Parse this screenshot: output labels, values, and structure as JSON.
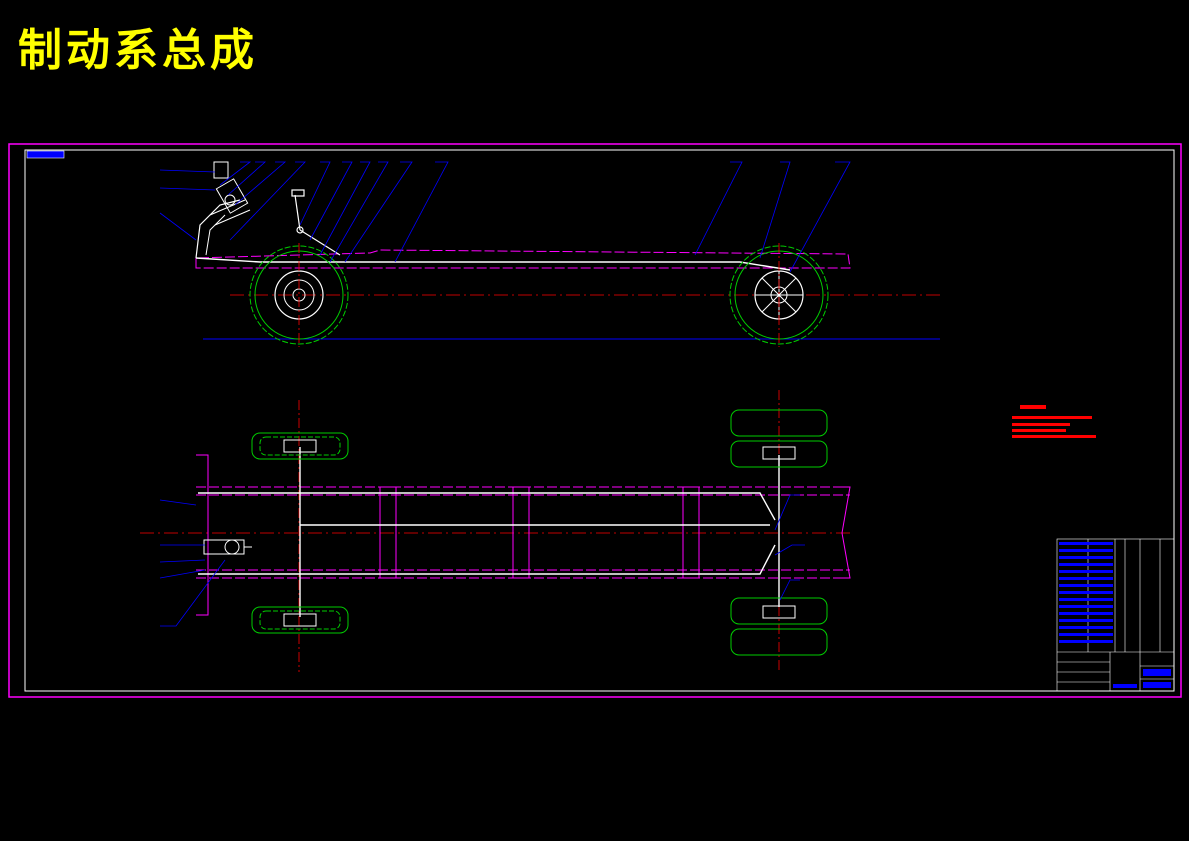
{
  "title": "制动系总成",
  "colors": {
    "background": "#000000",
    "title": "#ffff00",
    "frame": "#ff00ff",
    "inner_border": "#ffffff",
    "leader_lines": "#0000ff",
    "wheels": "#00cc00",
    "chassis_centerline": "#ff0000",
    "brake_lines": "#ffffff",
    "technical_notes": "#ff0000"
  },
  "drawing": {
    "views": [
      "side-elevation",
      "plan-view"
    ],
    "title_block_present": true,
    "parts_list_present": true,
    "technical_notes_present": true
  }
}
